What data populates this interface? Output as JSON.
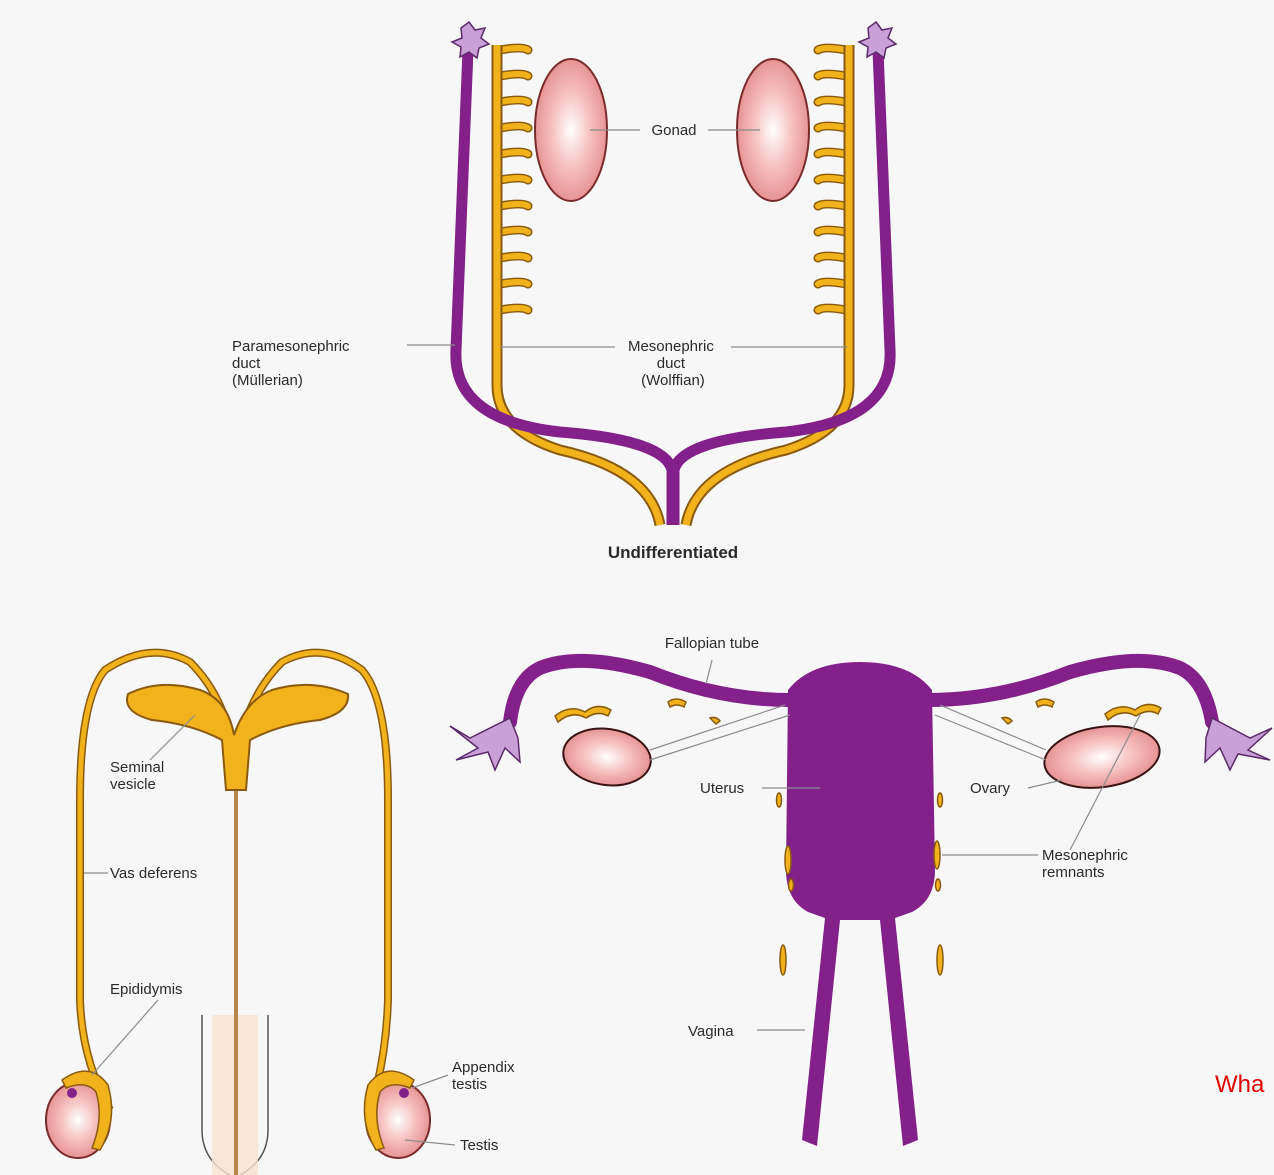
{
  "colors": {
    "paramesonephric": "#84208a",
    "mesonephric": "#f2b21c",
    "mesonephric_outline": "#8a5a10",
    "gonad_fill": "#f2a0a0",
    "fimbria": "#c9a0d8",
    "caption_red": "#e00000"
  },
  "labels": {
    "gonad": "Gonad",
    "paramesonephric": [
      "Paramesonephric",
      "duct",
      "(Müllerian)"
    ],
    "mesonephric": [
      "Mesonephric",
      "duct",
      "(Wolffian)"
    ],
    "undifferentiated": "Undifferentiated",
    "seminal_vesicle": [
      "Seminal",
      "vesicle"
    ],
    "vas_deferens": "Vas deferens",
    "epididymis": "Epididymis",
    "appendix_testis": [
      "Appendix",
      "testis"
    ],
    "testis": "Testis",
    "fallopian_tube": "Fallopian tube",
    "uterus": "Uterus",
    "ovary": "Ovary",
    "mesonephric_remnants": [
      "Mesonephric",
      "remnants"
    ],
    "vagina": "Vagina",
    "cutoff_text": "Wha"
  }
}
